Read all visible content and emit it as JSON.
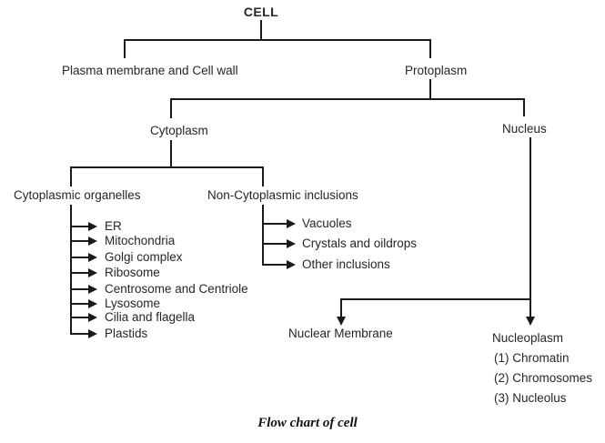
{
  "root": "CELL",
  "caption": "Flow chart of cell",
  "colors": {
    "line": "#1a1a1a",
    "text": "#262626",
    "background": "#ffffff"
  },
  "nodes": {
    "plasma_membrane": "Plasma membrane and Cell wall",
    "protoplasm": "Protoplasm",
    "cytoplasm": "Cytoplasm",
    "nucleus": "Nucleus",
    "cytoplasmic_organelles": "Cytoplasmic organelles",
    "non_cytoplasmic_inclusions": "Non-Cytoplasmic inclusions",
    "nuclear_membrane": "Nuclear Membrane",
    "nucleoplasm": "Nucleoplasm"
  },
  "organelles": [
    "ER",
    "Mitochondria",
    "Golgi complex",
    "Ribosome",
    "Centrosome and Centriole",
    "Lysosome",
    "Cilia and flagella",
    "Plastids"
  ],
  "inclusions": [
    "Vacuoles",
    "Crystals and oildrops",
    "Other inclusions"
  ],
  "nucleoplasm_items": [
    "(1) Chromatin",
    "(2) Chromosomes",
    "(3) Nucleolus"
  ]
}
